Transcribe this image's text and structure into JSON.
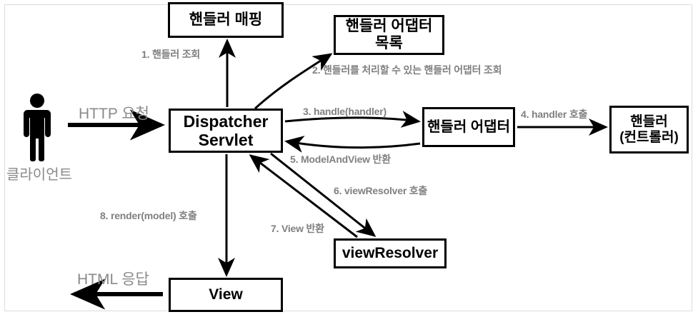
{
  "diagram": {
    "title": "Spring MVC DispatcherServlet flow",
    "background": "#ffffff",
    "border_color": "#dcdcdc",
    "node_border_color": "#000000",
    "label_color": "#808080",
    "big_label_color": "#8a8a8a",
    "actor": {
      "icon": "person-icon",
      "label": "클라이언트"
    },
    "nodes": [
      {
        "id": "handler-mapping",
        "label": "핸들러 매핑"
      },
      {
        "id": "adapter-list",
        "label": "핸들러 어댑터\n목록"
      },
      {
        "id": "dispatcher",
        "label": "Dispatcher\nServlet"
      },
      {
        "id": "handler-adapter",
        "label": "핸들러 어댑터"
      },
      {
        "id": "handler",
        "label": "핸들러\n(컨트롤러)"
      },
      {
        "id": "view-resolver",
        "label": "viewResolver"
      },
      {
        "id": "view",
        "label": "View"
      }
    ],
    "edges": [
      {
        "n": "1",
        "label": "1. 핸들러 조회",
        "from": "dispatcher",
        "to": "handler-mapping"
      },
      {
        "n": "2",
        "label": "2. 핸들러를 처리할 수 있는 핸들러 어댑터 조회",
        "from": "dispatcher",
        "to": "adapter-list"
      },
      {
        "n": "3",
        "label": "3. handle(handler)",
        "from": "dispatcher",
        "to": "handler-adapter"
      },
      {
        "n": "4",
        "label": "4. handler 호출",
        "from": "handler-adapter",
        "to": "handler"
      },
      {
        "n": "5",
        "label": "5. ModelAndView 반환",
        "from": "handler-adapter",
        "to": "dispatcher"
      },
      {
        "n": "6",
        "label": "6. viewResolver 호출",
        "from": "dispatcher",
        "to": "view-resolver"
      },
      {
        "n": "7",
        "label": "7. View 반환",
        "from": "view-resolver",
        "to": "dispatcher"
      },
      {
        "n": "8",
        "label": "8. render(model) 호출",
        "from": "dispatcher",
        "to": "view"
      }
    ],
    "io_labels": {
      "request": "HTTP 요청",
      "response": "HTML 응답"
    }
  }
}
